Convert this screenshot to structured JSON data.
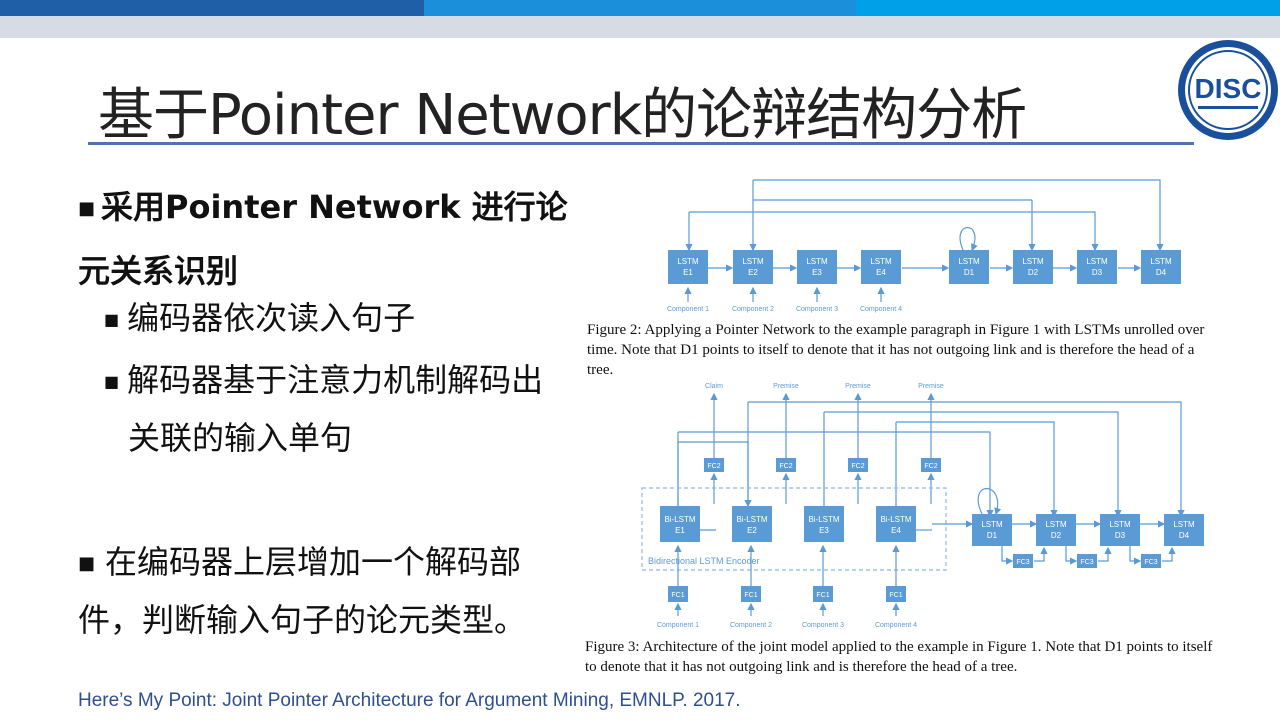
{
  "slide": {
    "title": "基于Pointer Network的论辩结构分析",
    "logo_text": "DISC",
    "colors": {
      "bar1": "#1f5fa8",
      "bar2": "#1b8fd9",
      "bar3": "#00a0e9",
      "accent": "#4a74b5",
      "diagram": "#5b9bd5"
    },
    "bullets": [
      {
        "text_line1": "采用Pointer  Network  进行论",
        "text_line2": "元关系识别"
      },
      {
        "text": "编码器依次读入句子"
      },
      {
        "text_line1": "解码器基于注意力机制解码出",
        "text_line2": "关联的输入单句"
      },
      {
        "text_line1": "在编码器上层增加一个解码部",
        "text_line2": "件，判断输入句子的论元类型。"
      }
    ],
    "reference": "Here’s My Point: Joint Pointer Architecture for Argument Mining, EMNLP. 2017."
  },
  "fig2": {
    "encoders": [
      {
        "line1": "LSTM",
        "line2": "E1",
        "input": "Component 1"
      },
      {
        "line1": "LSTM",
        "line2": "E2",
        "input": "Component 2"
      },
      {
        "line1": "LSTM",
        "line2": "E3",
        "input": "Component 3"
      },
      {
        "line1": "LSTM",
        "line2": "E4",
        "input": "Component 4"
      }
    ],
    "decoders": [
      {
        "line1": "LSTM",
        "line2": "D1"
      },
      {
        "line1": "LSTM",
        "line2": "D2"
      },
      {
        "line1": "LSTM",
        "line2": "D3"
      },
      {
        "line1": "LSTM",
        "line2": "D4"
      }
    ],
    "caption_line1": "Figure 2: Applying a Pointer Network to the example paragraph in Figure 1 with LSTMs unrolled over",
    "caption_line2": "time. Note that D1 points to itself to denote that it has not outgoing link and is therefore the head of a",
    "caption_line3": "tree."
  },
  "fig3": {
    "types": [
      "Claim",
      "Premise",
      "Premise",
      "Premise"
    ],
    "fc2": [
      "FC2",
      "FC2",
      "FC2",
      "FC2"
    ],
    "encoders": [
      {
        "line1": "Bi-LSTM",
        "line2": "E1",
        "fc1": "FC1",
        "input": "Component 1"
      },
      {
        "line1": "Bi-LSTM",
        "line2": "E2",
        "fc1": "FC1",
        "input": "Component 2"
      },
      {
        "line1": "Bi-LSTM",
        "line2": "E3",
        "fc1": "FC1",
        "input": "Component 3"
      },
      {
        "line1": "Bi-LSTM",
        "line2": "E4",
        "fc1": "FC1",
        "input": "Component 4"
      }
    ],
    "encoder_group_label": "Bidirectional LSTM Encoder",
    "decoders": [
      {
        "line1": "LSTM",
        "line2": "D1"
      },
      {
        "line1": "LSTM",
        "line2": "D2"
      },
      {
        "line1": "LSTM",
        "line2": "D3"
      },
      {
        "line1": "LSTM",
        "line2": "D4"
      }
    ],
    "fc3": [
      "FC3",
      "FC3",
      "FC3"
    ],
    "caption_line1": "Figure 3: Architecture of the joint model applied to the example in Figure 1. Note that D1 points to itself",
    "caption_line2": "to denote that it has not outgoing link and is therefore the head of a tree."
  }
}
